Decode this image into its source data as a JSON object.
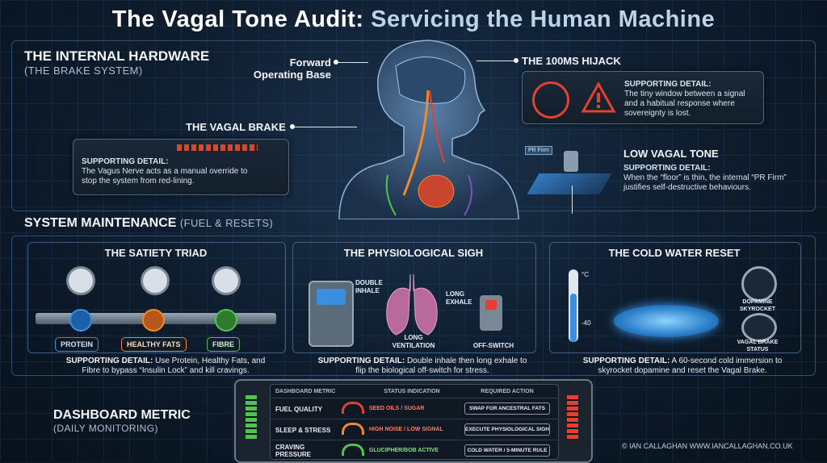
{
  "title": {
    "part1": "The Vagal Tone Audit:",
    "part2": " Servicing the Human Machine"
  },
  "hardware": {
    "heading": "THE INTERNAL HARDWARE",
    "sub": "(THE BRAKE SYSTEM)"
  },
  "callouts": {
    "forward": "Forward",
    "operating": "Operating Base",
    "vagal_brake": "THE VAGAL BRAKE",
    "hijack": "THE 100MS HIJACK",
    "low_tone": "LOW VAGAL TONE"
  },
  "vagal_brake_panel": {
    "detail": "SUPPORTING DETAIL:",
    "text": "The Vagus Nerve acts as a manual override to stop the system from red-lining."
  },
  "hijack_panel": {
    "detail": "SUPPORTING DETAIL:",
    "text": "The tiny window between a signal and a habitual response where sovereignty is lost."
  },
  "low_tone_panel": {
    "detail": "SUPPORTING DETAIL:",
    "text": "When the “floor” is thin, the internal “PR Firm” justifies self-destructive behaviours.",
    "pr_label": "PR Firm"
  },
  "maintenance": {
    "heading": "SYSTEM MAINTENANCE",
    "sub": "(FUEL & RESETS)"
  },
  "satiety": {
    "title": "THE SATIETY TRIAD",
    "items": [
      "PROTEIN",
      "HEALTHY FATS",
      "FIBRE"
    ],
    "detail_label": "SUPPORTING DETAIL:",
    "detail_text": "Use Protein, Healthy Fats, and Fibre to bypass “Insulin Lock” and kill cravings."
  },
  "sigh": {
    "title": "THE PHYSIOLOGICAL SIGH",
    "double_inhale": "DOUBLE INHALE",
    "long_exhale": "LONG EXHALE",
    "long_ventilation": "LONG VENTILATION",
    "off_switch": "OFF-SWITCH",
    "detail_label": "SUPPORTING DETAIL:",
    "detail_text": "Double inhale then long exhale to flip the biological off-switch for stress."
  },
  "cold": {
    "title": "THE COLD WATER RESET",
    "thermo_c": "°C",
    "thermo_40": "-40",
    "dopamine": "DOPAMINE SKYROCKET",
    "brake_status": "VAGAL BRAKE STATUS",
    "detail_label": "SUPPORTING DETAIL:",
    "detail_text": "A 60-second cold immersion to skyrocket dopamine and reset the Vagal Brake."
  },
  "dashboard": {
    "heading": "DASHBOARD METRIC",
    "sub": "(DAILY MONITORING)",
    "columns": [
      "DASHBOARD METRIC",
      "STATUS INDICATION",
      "REQUIRED ACTION"
    ],
    "rows": [
      {
        "metric": "FUEL QUALITY",
        "status": "SEED OILS / SUGAR",
        "action": "SWAP FOR ANCESTRAL FATS"
      },
      {
        "metric": "SLEEP & STRESS",
        "status": "HIGH NOISE / LOW SIGNAL",
        "action": "EXECUTE PHYSIOLOGICAL SIGH"
      },
      {
        "metric": "CRAVING PRESSURE",
        "status": "GLUCIPHER/BOB ACTIVE",
        "action": "COLD WATER / 5-MINUTE RULE"
      }
    ]
  },
  "credit": "© IAN CALLAGHAN  WWW.IANCALLAGHAN.CO.UK",
  "colors": {
    "accent_red": "#e2412f",
    "accent_blue": "#3b8fe0",
    "accent_green": "#4fc44f",
    "accent_orange": "#f08a2a"
  }
}
